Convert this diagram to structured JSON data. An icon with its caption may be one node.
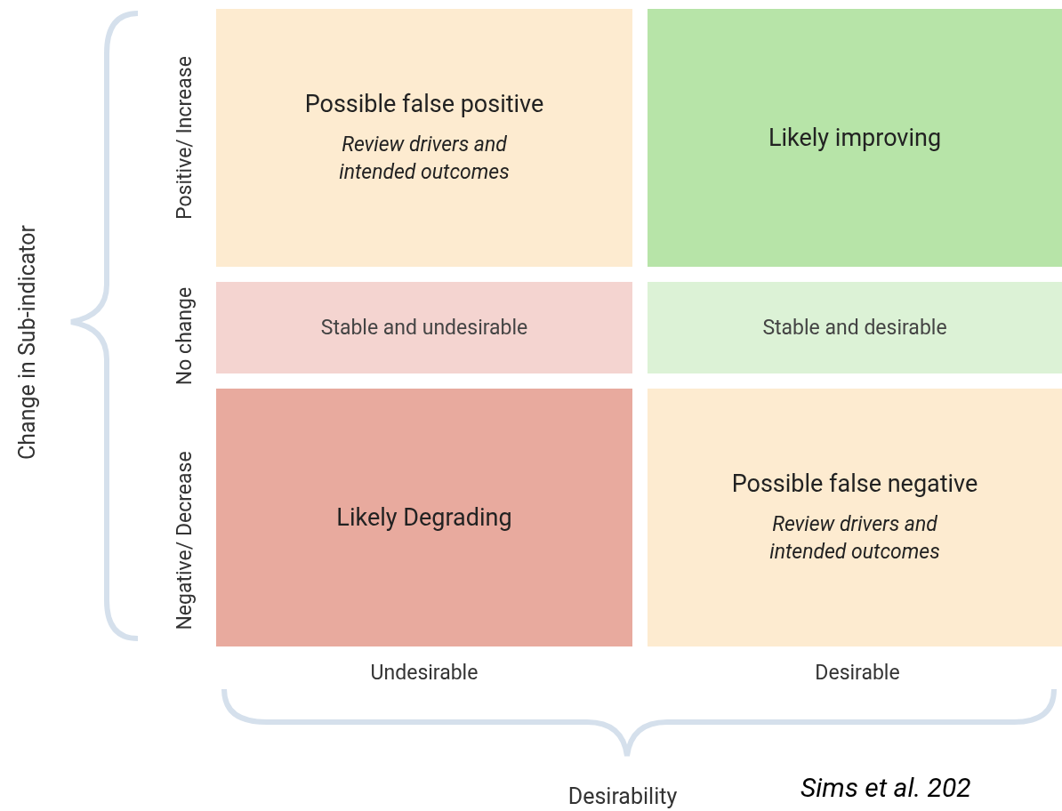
{
  "diagram": {
    "caption": "Sims et al. 202",
    "nodes": [
      {
        "text": [
          "Possible false positive",
          "Review drivers and intended outcomes"
        ]
      },
      {
        "text": [
          "Likely improving"
        ]
      },
      {
        "text": [
          "Stable and undesirable"
        ]
      },
      {
        "text": [
          "Stable and desirable"
        ]
      },
      {
        "text": [
          "Likely Degrading"
        ]
      },
      {
        "text": [
          "Possible false negative",
          "Review drivers and intended outcomes"
        ]
      }
    ],
    "labels": [
      "Change in Sub-indicator",
      "Positive/ Increase",
      "No change",
      "Negative/ Decrease",
      "Undesirable",
      "Desirable",
      "Desirability"
    ]
  }
}
